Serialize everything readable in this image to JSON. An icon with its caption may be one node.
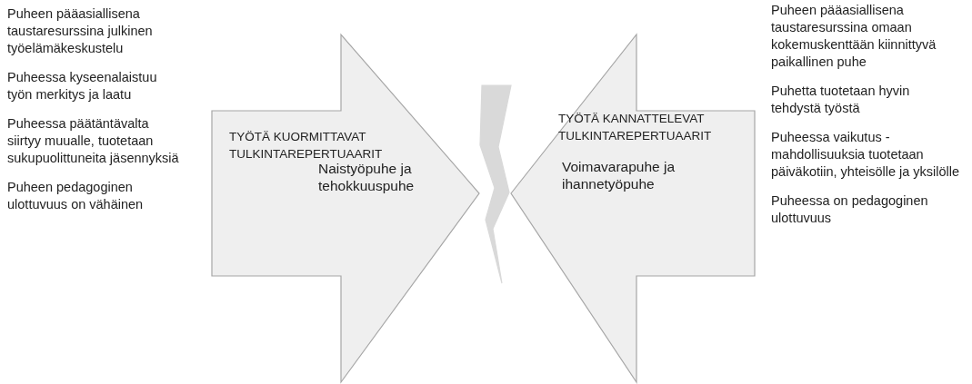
{
  "diagram": {
    "nodes": [
      {
        "text": [
          "TYÖTÄ KUORMITTAVAT TULKINTAREPERTUAARIT",
          "Naistyöpuhe ja tehokkuuspuhe"
        ],
        "beside": [
          "Puheen pääasiallisena taustaresurssina julkinen työelämäkeskustelu",
          "Puheessa kyseenalaistuu työn merkitys ja laatu",
          "Puheessa päätäntävalta siirtyy muualle, tuotetaan sukupuolittuneita jäsennyksiä",
          "Puheen pedagoginen ulottuvuus on vähäinen"
        ]
      },
      {
        "text": [],
        "shape": "lightning"
      },
      {
        "text": [
          "TYÖTÄ KANNATTELEVAT TULKINTAREPERTUAARIT",
          "Voimavarapuhe ja ihannetyöpuhe"
        ],
        "beside": [
          "Puheen pääasiallisena taustaresurssina omaan kokemuskenttään kiinnittyvä paikallinen puhe",
          "Puhetta tuotetaan hyvin tehdystä työstä",
          "Puheessa vaikutus -mahdollisuuksia tuotetaan päiväkotiin, yhteisölle ja yksilölle",
          "Puheessa on pedagoginen ulottuvuus"
        ]
      }
    ]
  }
}
